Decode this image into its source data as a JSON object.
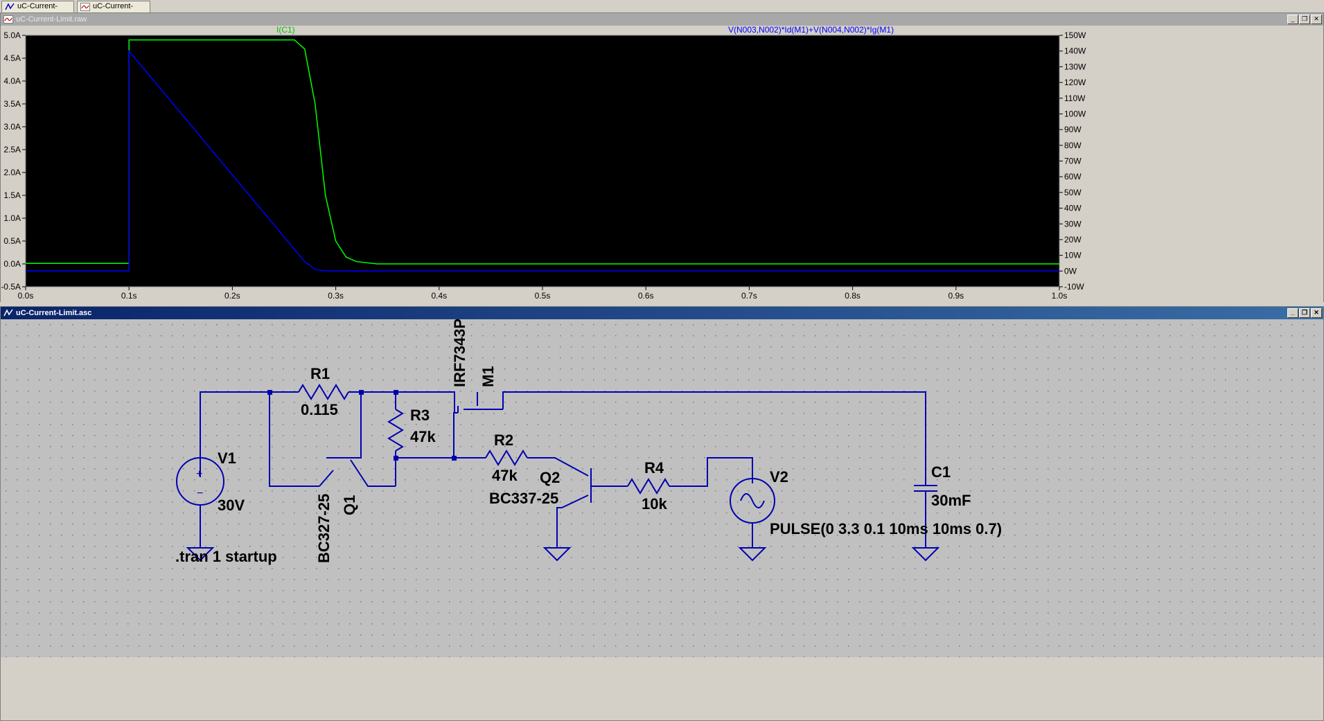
{
  "tabs": [
    {
      "label": "uC-Current-Limit.asc",
      "icon": "schematic-icon"
    },
    {
      "label": "uC-Current-Limit.raw",
      "icon": "waveform-icon"
    }
  ],
  "plot_window": {
    "title": "uC-Current-Limit.raw",
    "trace_labels": {
      "left": "I(C1)",
      "right": "V(N003,N002)*Id(M1)+V(N004,N002)*Ig(M1)"
    },
    "colors": {
      "left_trace": "#00ff00",
      "right_trace": "#0000ff",
      "background": "#000000"
    }
  },
  "chart_data": {
    "type": "line",
    "title": "",
    "xlabel": "",
    "xlim": [
      0,
      1.0
    ],
    "x_ticks": [
      "0.0s",
      "0.1s",
      "0.2s",
      "0.3s",
      "0.4s",
      "0.5s",
      "0.6s",
      "0.7s",
      "0.8s",
      "0.9s",
      "1.0s"
    ],
    "y_left": {
      "unit": "A",
      "lim": [
        -0.5,
        5.0
      ],
      "ticks": [
        "5.0A",
        "4.5A",
        "4.0A",
        "3.5A",
        "3.0A",
        "2.5A",
        "2.0A",
        "1.5A",
        "1.0A",
        "0.5A",
        "0.0A",
        "-0.5A"
      ]
    },
    "y_right": {
      "unit": "W",
      "lim": [
        -10,
        150
      ],
      "ticks": [
        "150W",
        "140W",
        "130W",
        "120W",
        "110W",
        "100W",
        "90W",
        "80W",
        "70W",
        "60W",
        "50W",
        "40W",
        "30W",
        "20W",
        "10W",
        "0W",
        "-10W"
      ]
    },
    "series": [
      {
        "name": "I(C1)",
        "axis": "left",
        "x": [
          0,
          0.1,
          0.1,
          0.26,
          0.27,
          0.28,
          0.29,
          0.3,
          0.31,
          0.32,
          0.34,
          1.0
        ],
        "y": [
          0.01,
          0.01,
          4.9,
          4.9,
          4.7,
          3.5,
          1.5,
          0.5,
          0.15,
          0.05,
          0.0,
          0.0
        ]
      },
      {
        "name": "V(N003,N002)*Id(M1)+V(N004,N002)*Ig(M1)",
        "axis": "right",
        "x": [
          0,
          0.1,
          0.1,
          0.27,
          0.28,
          0.29,
          1.0
        ],
        "y": [
          0,
          0,
          140,
          6,
          1,
          0,
          0
        ]
      }
    ]
  },
  "schematic_window": {
    "title": "uC-Current-Limit.asc",
    "labels": {
      "r1_name": "R1",
      "r1_value": "0.115",
      "r3_name": "R3",
      "r3_value": "47k",
      "r2_name": "R2",
      "r2_value": "47k",
      "r4_name": "R4",
      "r4_value": "10k",
      "m1_model": "IRF7343P",
      "m1_name": "M1",
      "q1_model": "BC327-25",
      "q1_name": "Q1",
      "q2_name": "Q2",
      "q2_model": "BC337-25",
      "v1_name": "V1",
      "v1_value": "30V",
      "v2_name": "V2",
      "v2_value": "PULSE(0 3.3 0.1 10ms 10ms 0.7)",
      "c1_name": "C1",
      "c1_value": "30mF",
      "directive": ".tran 1 startup"
    },
    "colors": {
      "wire": "#0000b0",
      "background": "#c0c0c0",
      "dots": "#808080"
    }
  },
  "window_buttons": {
    "minimize": "_",
    "restore": "❐",
    "close": "✕"
  }
}
